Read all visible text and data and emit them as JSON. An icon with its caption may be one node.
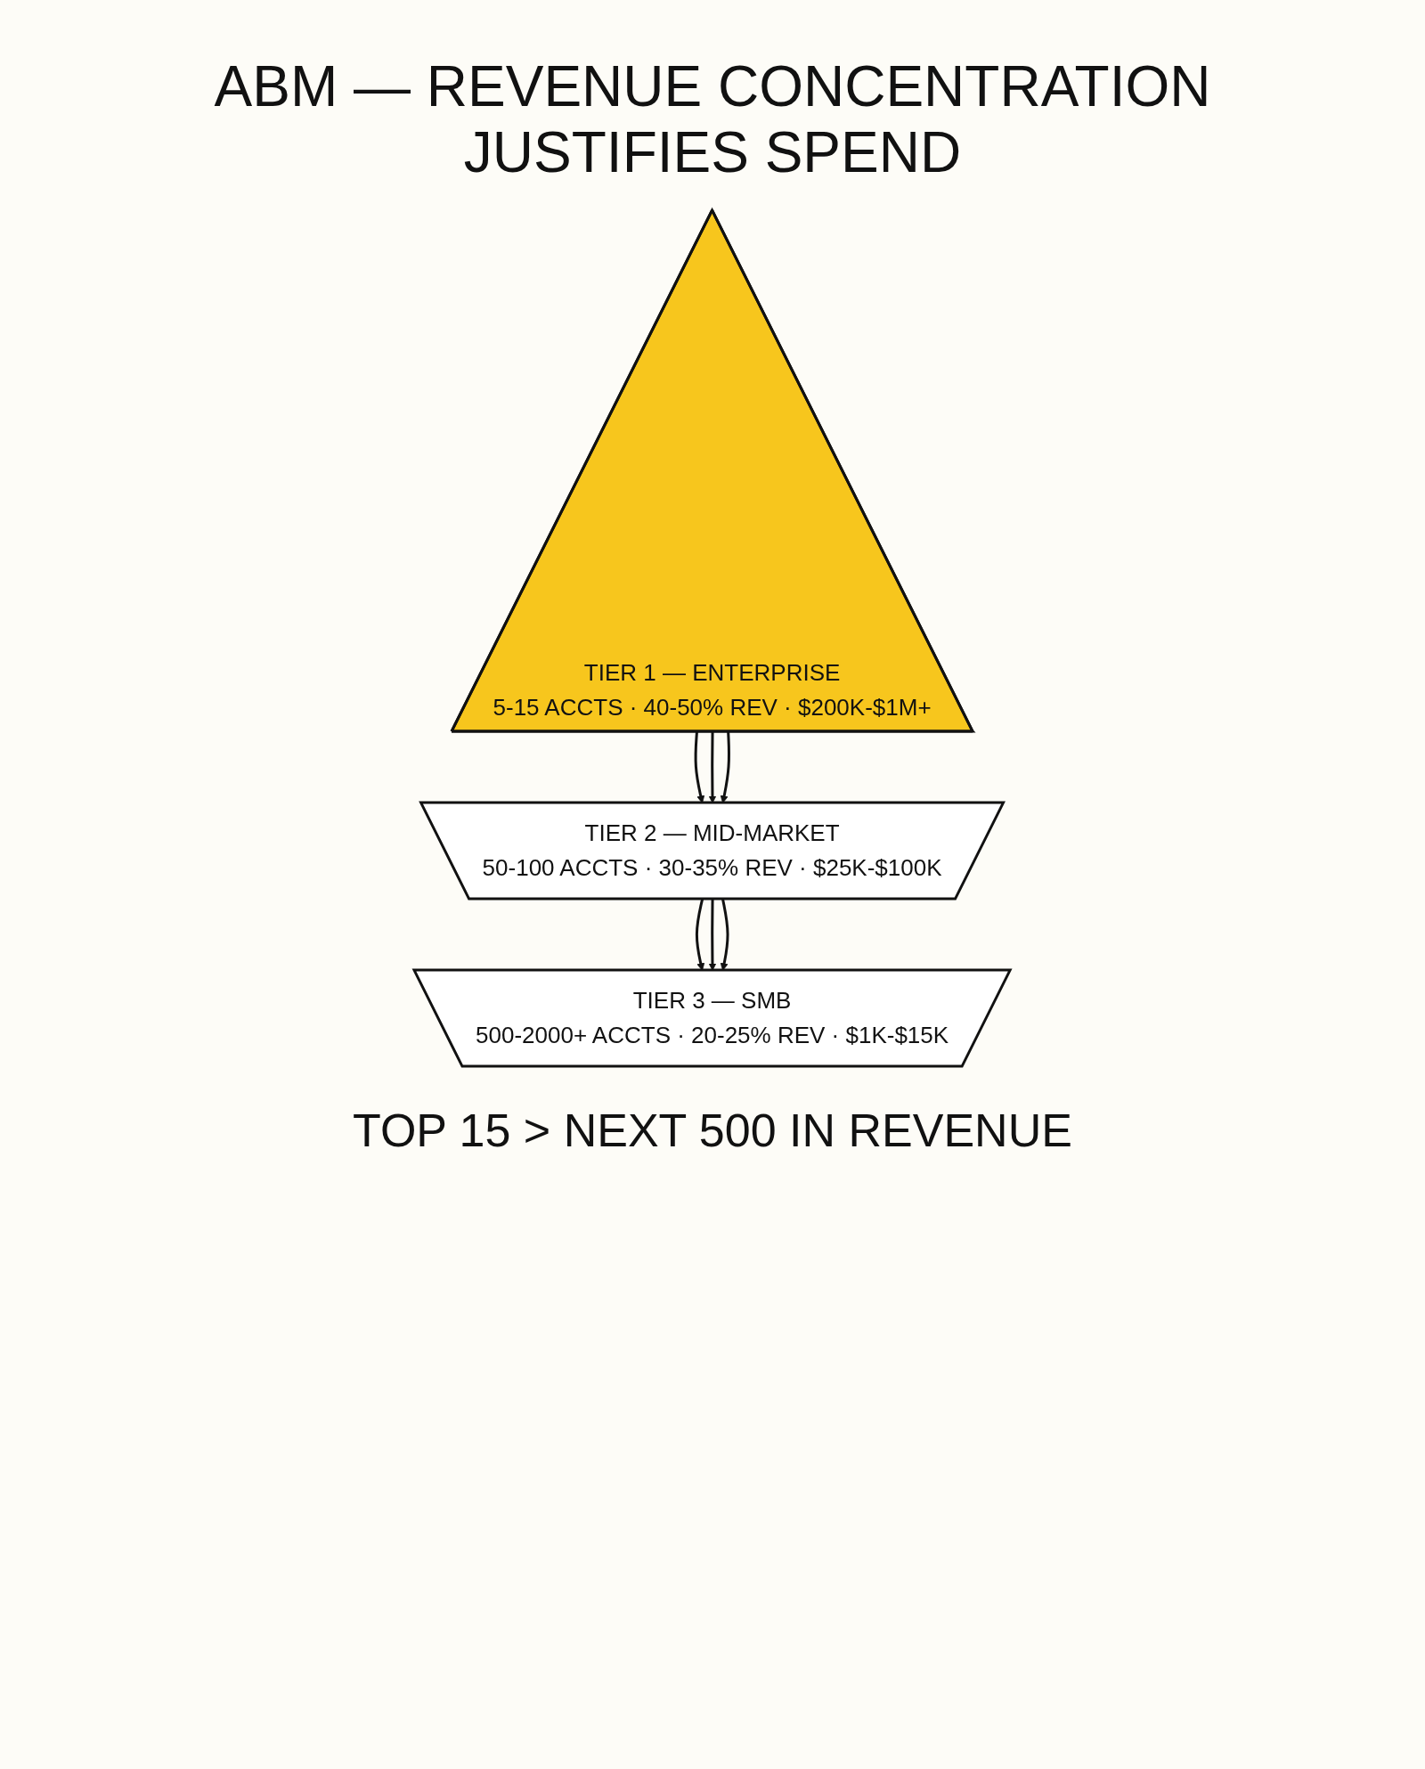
{
  "diagram": {
    "title": "ABM — REVENUE CONCENTRATION JUSTIFIES SPEND",
    "caption": "TOP 15 > NEXT 500 IN REVENUE",
    "nodes": [
      {
        "text": [
          "TIER 1 — ENTERPRISE",
          "5-15 ACCTS · 40-50% REV · $200K-$1M+"
        ]
      },
      {
        "text": [
          "TIER 2 — MID-MARKET",
          "50-100 ACCTS · 30-35% REV · $25K-$100K"
        ]
      },
      {
        "text": [
          "TIER 3 — SMB",
          "500-2000+ ACCTS · 20-25% REV · $1K-$15K"
        ]
      }
    ],
    "edges": [
      {
        "from": 0,
        "to": 1,
        "arrow": "to"
      },
      {
        "from": 0,
        "to": 1,
        "arrow": "to"
      },
      {
        "from": 0,
        "to": 1,
        "arrow": "to"
      },
      {
        "from": 1,
        "to": 2,
        "arrow": "to"
      },
      {
        "from": 1,
        "to": 2,
        "arrow": "to"
      },
      {
        "from": 1,
        "to": 2,
        "arrow": "to"
      }
    ]
  }
}
